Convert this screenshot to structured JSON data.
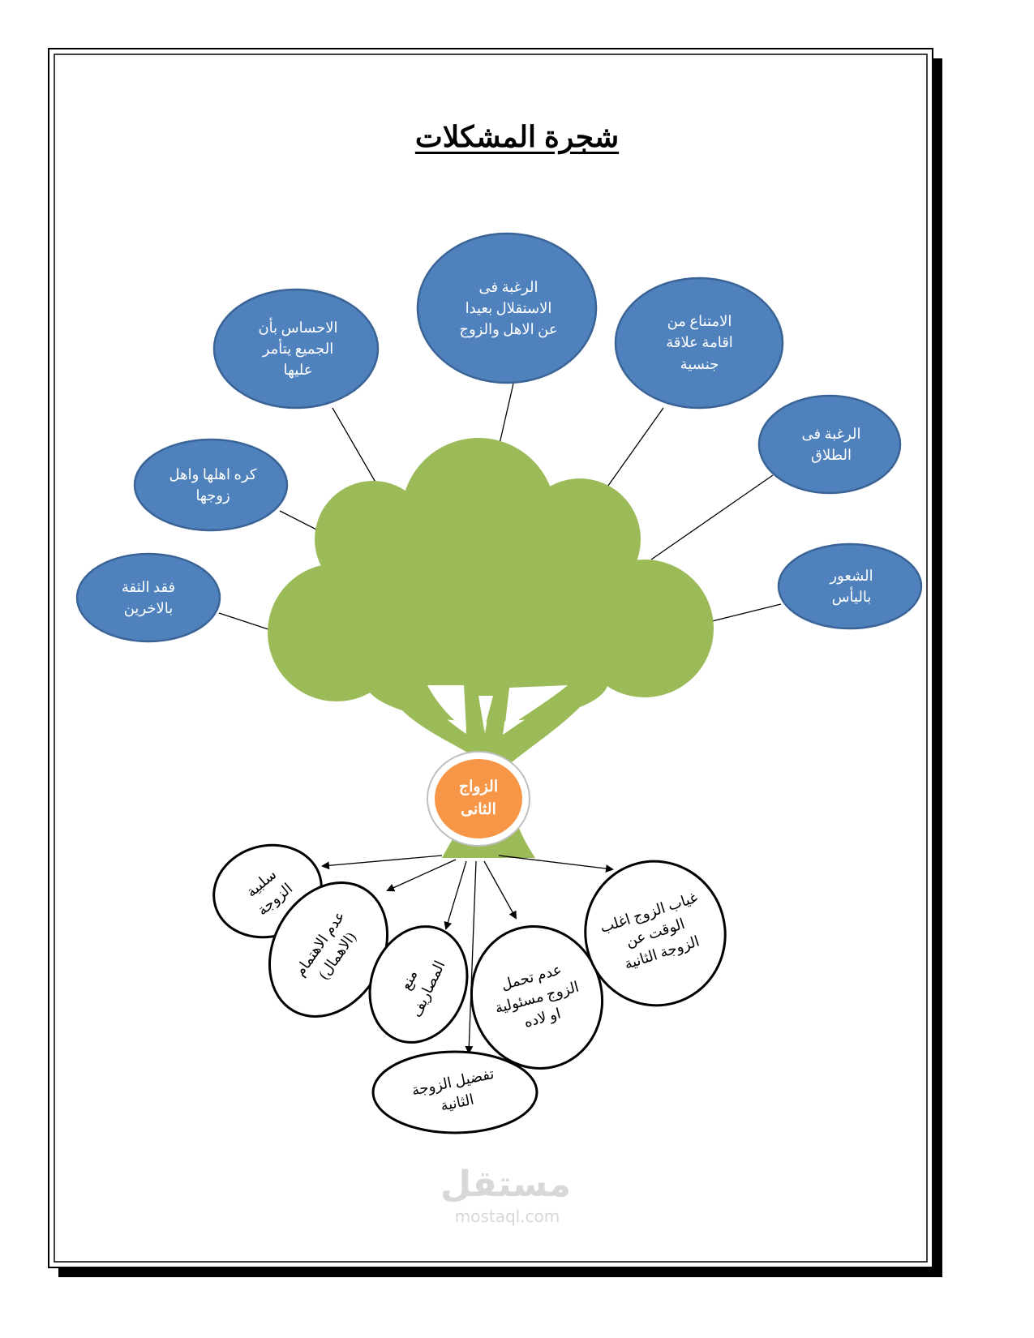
{
  "title": "شجرة المشكلات",
  "center": {
    "label": "الزواج الثانى",
    "color": "#F79646"
  },
  "colors": {
    "blue_node": "#4F81BD",
    "blue_stroke": "#3A6396",
    "tree": "#9BBB59"
  },
  "effects": [
    "فقد الثقة بالاخرين",
    "كره اهلها واهل زوجها",
    "الاحساس بأن الجميع يتأمر عليها",
    "الرغبة فى الاستقلال بعيدا عن الاهل والزوج",
    "الامتناع من اقامة علاقة جنسية",
    "الرغبة فى الطلاق",
    "الشعور باليأس"
  ],
  "causes": [
    "سلبية الزوجة",
    "عدم الاهتمام (الاهمال)",
    "منع المصاريف",
    "تفضيل الزوجة الثانية",
    "عدم تحمل الزوج مسئولية او لاده",
    "غياب الزوج اغلب الوقت عن الزوجة الثانية"
  ],
  "watermark": {
    "logo": "مستقل",
    "url": "mostaql.com"
  }
}
